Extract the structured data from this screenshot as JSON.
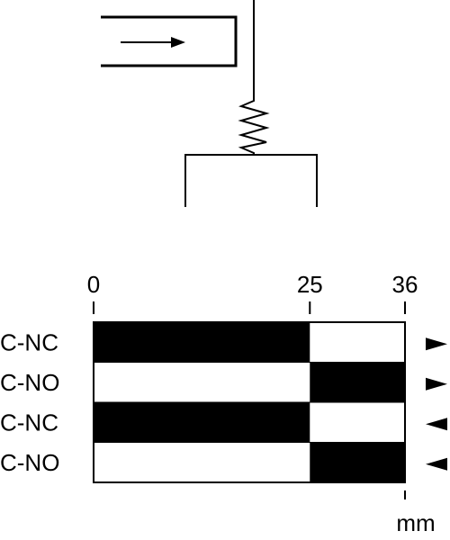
{
  "scale": {
    "ticks": [
      {
        "value": 0,
        "label": "0"
      },
      {
        "value": 25,
        "label": "25"
      },
      {
        "value": 36,
        "label": "36"
      }
    ],
    "max": 36,
    "unit": "mm"
  },
  "contacts": [
    {
      "label": "C-NC",
      "direction": "right",
      "closed_ranges": [
        [
          0,
          25
        ]
      ]
    },
    {
      "label": "C-NO",
      "direction": "right",
      "closed_ranges": [
        [
          25,
          36
        ]
      ]
    },
    {
      "label": "C-NC",
      "direction": "left",
      "closed_ranges": [
        [
          0,
          25
        ]
      ]
    },
    {
      "label": "C-NO",
      "direction": "left",
      "closed_ranges": [
        [
          25,
          36
        ]
      ]
    }
  ],
  "icons": {
    "actuator": "plunger-arrow-icon",
    "spring": "spring-icon",
    "direction": "triangle-arrow-icon"
  },
  "colors": {
    "ink": "#000000",
    "paper": "#ffffff"
  }
}
